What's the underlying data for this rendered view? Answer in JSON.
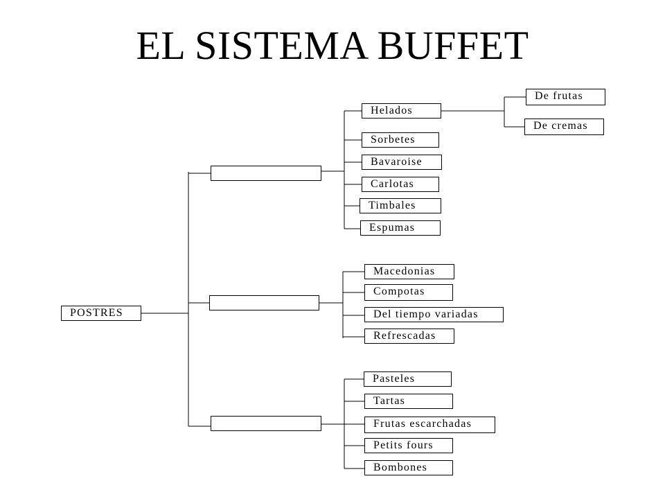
{
  "title": "EL SISTEMA BUFFET",
  "root": "POSTRES",
  "group1": {
    "label": "",
    "items": [
      "Helados",
      "Sorbetes",
      "Bavaroise",
      "Carlotas",
      "Timbales",
      "Espumas"
    ],
    "helados_sub": [
      "De frutas",
      "De cremas"
    ]
  },
  "group2": {
    "label": "",
    "items": [
      "Macedonias",
      "Compotas",
      "Del tiempo variadas",
      "Refrescadas"
    ]
  },
  "group3": {
    "label": "",
    "items": [
      "Pasteles",
      "Tartas",
      "Frutas escarchadas",
      "Petits fours",
      "Bombones"
    ]
  }
}
